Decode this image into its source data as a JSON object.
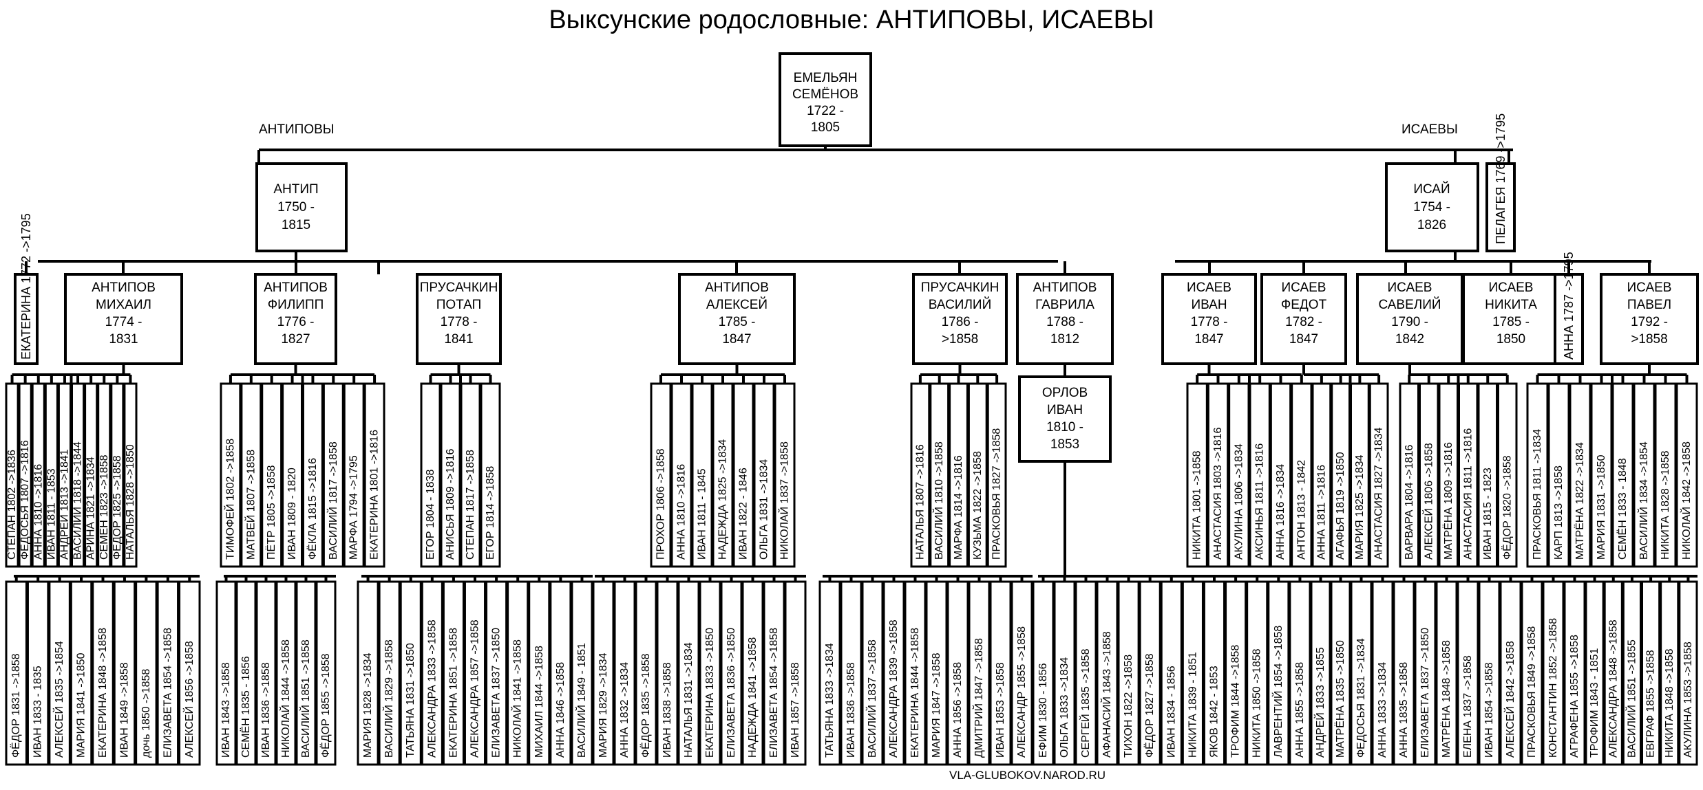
{
  "title": "Выксунские родословные: АНТИПОВЫ, ИСАЕВЫ",
  "footer": "VLA-GLUBOKOV.NAROD.RU",
  "labels": {
    "left": "АНТИПОВЫ",
    "right": "ИСАЕВЫ"
  },
  "root": [
    "ЕМЕЛЬЯН",
    "СЕМЁНОВ",
    "1722 -",
    "1805"
  ],
  "level1": [
    [
      "АНТИП",
      "1750 -",
      "1815"
    ],
    [
      "ИСАЙ",
      "1754 -",
      "1826"
    ]
  ],
  "pelageya": "ПЕЛАГЕЯ 1769 ->1795",
  "level2": [
    {
      "v": "ЕКАТЕРИНА 1772 ->1795"
    },
    {
      "lines": [
        "АНТИПОВ",
        "МИХАИЛ",
        "1774 -",
        "1831"
      ]
    },
    {
      "lines": [
        "АНТИПОВ",
        "ФИЛИПП",
        "1776 -",
        "1827"
      ]
    },
    {
      "lines": [
        "ПРУСАЧКИН",
        "ПОТАП",
        "1778 -",
        "1841"
      ]
    },
    {
      "lines": [
        "АНТИПОВ",
        "АЛЕКСЕЙ",
        "1785 -",
        "1847"
      ]
    },
    {
      "lines": [
        "ПРУСАЧКИН",
        "ВАСИЛИЙ",
        "1786 -",
        ">1858"
      ]
    },
    {
      "lines": [
        "АНТИПОВ",
        "ГАВРИЛА",
        "1788 -",
        "1812"
      ]
    },
    {
      "lines": [
        "ИСАЕВ",
        "ИВАН",
        "1778 -",
        "1847"
      ]
    },
    {
      "lines": [
        "ИСАЕВ",
        "ФЕДОТ",
        "1782 -",
        "1847"
      ]
    },
    {
      "lines": [
        "ИСАЕВ",
        "САВЕЛИЙ",
        "1790 -",
        "1842"
      ]
    },
    {
      "lines": [
        "ИСАЕВ",
        "НИКИТА",
        "1785 -",
        "1850"
      ]
    },
    {
      "v": "АННА 1787 ->1795"
    },
    {
      "lines": [
        "ИСАЕВ",
        "ПАВЕЛ",
        "1792 -",
        ">1858"
      ]
    }
  ],
  "orlov": [
    "ОРЛОВ",
    "ИВАН",
    "1810 -",
    "1853"
  ],
  "level3": [
    [
      "СТЕПАН 1802 ->1836",
      "ФЕДОСЬЯ 1807 ->1816",
      "АННА 1810 ->1816",
      "ИВАН 1811 - 1853",
      "АНДРЕЙ 1813 ->1841",
      "ВАСИЛИЙ 1818 ->1844",
      "АРИНА 1821 ->1834",
      "СЕМЁН 1823 ->1858",
      "ФЁДОР 1825 ->1858",
      "НАТАЛЬЯ 1828 ->1850"
    ],
    [
      "ТИМОФЕЙ 1802 ->1858",
      "МАТВЕЙ 1807 ->1858",
      "ПЁТР 1805 ->1858",
      "ИВАН 1809 - 1820",
      "ФЁКЛА 1815 ->1816",
      "ВАСИЛИЙ 1817 ->1858",
      "МАРФА 1794 ->1795",
      "ЕКАТЕРИНА 1801 ->1816"
    ],
    [
      "ЕГОР 1804 - 1838",
      "АНИСЬЯ 1809 ->1816",
      "СТЕПАН 1817 ->1858",
      "ЕГОР 1814 ->1858"
    ],
    [
      "ПРОХОР 1806 ->1858",
      "АННА 1810 ->1816",
      "ИВАН 1811 - 1845",
      "НАДЕЖДА 1825 ->1834",
      "ИВАН 1822 - 1846",
      "ОЛЬГА 1831 ->1834",
      "НИКОЛАЙ 1837 ->1858"
    ],
    [
      "НАТАЛЬЯ 1807 ->1816",
      "ВАСИЛИЙ 1810 ->1858",
      "МАРФА 1814 ->1816",
      "КУЗЬМА 1822 ->1858",
      "ПРАСКОВЬЯ 1827 ->1858"
    ],
    [
      "НИКИТА 1801 ->1858",
      "АНАСТАСИЯ 1803 ->1816",
      "АКУЛИНА 1806 ->1834",
      "АКСИНЬЯ 1811 ->1816",
      "АННА 1816 ->1834",
      "АНТОН 1813 - 1842"
    ],
    [
      "АННА 1811 ->1816",
      "АГАФЬЯ 1819 ->1850",
      "МАРИЯ 1825 ->1834",
      "АНАСТАСИЯ 1827 ->1834"
    ],
    [
      "ВАРВАРА 1804 ->1816",
      "АЛЕКСЕЙ 1806 ->1858",
      "МАТРЁНА 1809 ->1816",
      "АНАСТАСИЯ 1811 ->1816",
      "ИВАН 1815 - 1823",
      "ФЁДОР 1820 ->1858"
    ],
    [
      "ПРАСКОВЬЯ 1811 ->1834",
      "КАРП 1813 ->1858",
      "МАТРЁНА 1822 ->1834",
      "МАРИЯ 1831 ->1850",
      "СЕМЁН 1833 - 1848",
      "ВАСИЛИЙ 1834 ->1854",
      "НИКИТА 1828 ->1858",
      "НИКОЛАЙ 1842 ->1858"
    ]
  ],
  "level4": [
    [
      "ФЁДОР 1831 ->1858",
      "ИВАН 1833 - 1835",
      "АЛЕКСЕЙ 1835 ->1854",
      "МАРИЯ 1841 ->1850",
      "ЕКАТЕРИНА 1848 ->1858",
      "ИВАН 1849 ->1858",
      "дочь 1850 ->1858",
      "ЕЛИЗАВЕТА 1854 ->1858",
      "АЛЕКСЕЙ 1856 ->1858"
    ],
    [
      "ИВАН 1843 ->1858",
      "СЕМЁН 1835 - 1856",
      "ИВАН 1836 ->1858",
      "НИКОЛАЙ 1844 ->1858",
      "ВАСИЛИЙ 1851 ->1858",
      "ФЁДОР 1855 ->1858"
    ],
    [
      "МАРИЯ 1828 ->1834",
      "ВАСИЛИЙ 1829 ->1858",
      "ТАТЬЯНА 1831 ->1850",
      "АЛЕКСАНДРА 1833 ->1858",
      "ЕКАТЕРИНА 1851 ->1858",
      "АЛЕКСАНДРА 1857 ->1858",
      "ЕЛИЗАВЕТА 1837 ->1850",
      "НИКОЛАЙ 1841 ->1858",
      "МИХАИЛ 1844 ->1858",
      "АННА 1846 ->1858",
      "ВАСИЛИЙ 1849 - 1851"
    ],
    [
      "МАРИЯ 1829 ->1834",
      "АННА 1832 ->1834",
      "ФЁДОР 1835 ->1858",
      "ИВАН 1838 ->1858",
      "НАТАЛЬЯ 1831 ->1834",
      "ЕКАТЕРИНА 1833 ->1850",
      "ЕЛИЗАВЕТА 1836 ->1850",
      "НАДЕЖДА 1841 ->1858",
      "ЕЛИЗАВЕТА 1854 ->1858",
      "ИВАН 1857 ->1858"
    ],
    [
      "ТАТЬЯНА 1833 ->1834",
      "ИВАН 1836 ->1858",
      "ВАСИЛИЙ 1837 ->1858",
      "АЛЕКСАНДРА 1839 ->1858",
      "ЕКАТЕРИНА 1844 ->1858",
      "МАРИЯ 1847 ->1858",
      "АННА 1856 ->1858",
      "ДМИТРИЙ 1847 ->1858",
      "ИВАН 1853 ->1858",
      "АЛЕКСАНДР 1855 ->1858"
    ],
    [
      "ЕФИМ 1830 - 1856",
      "ОЛЬГА 1833 ->1834",
      "СЕРГЕЙ 1835 ->1858",
      "АФАНАСИЙ 1843 ->1858"
    ],
    [
      "ТИХОН 1822 ->1858",
      "ФЁДОР 1827 ->1858",
      "ИВАН 1834 - 1856",
      "НИКИТА 1839 - 1851",
      "ЯКОВ 1842 - 1853",
      "ТРОФИМ 1844 ->1858",
      "НИКИТА 1850 ->1858",
      "ЛАВРЕНТИЙ 1854 ->1858",
      "АННА 1855 ->1858"
    ],
    [
      "АНДРЕЙ 1833 ->1855",
      "МАТРЁНА 1835 ->1850"
    ],
    [
      "ФЕДОСЬЯ 1831 ->1834",
      "АННА 1833 ->1834",
      "АННА 1835 ->1858",
      "ЕЛИЗАВЕТА 1837 ->1850",
      "МАТРЁНА 1848 ->1858",
      "ЕЛЕНА 1837 ->1858",
      "ИВАН 1854 ->1858"
    ],
    [
      "АЛЕКСЕЙ 1842 ->1858",
      "ПРАСКОВЬЯ 1849 ->1858",
      "КОНСТАНТИН 1852 ->1858",
      "АГРАФЕНА 1855 ->1858"
    ],
    [
      "ТРОФИМ 1843 - 1851",
      "АЛЕКСАНДРА 1848 ->1858",
      "ВАСИЛИЙ 1851 ->1855",
      "ЕВГРАФ 1855 ->1858",
      "НИКИТА 1848 ->1858",
      "АКУЛИНА 1853 ->1858"
    ]
  ]
}
